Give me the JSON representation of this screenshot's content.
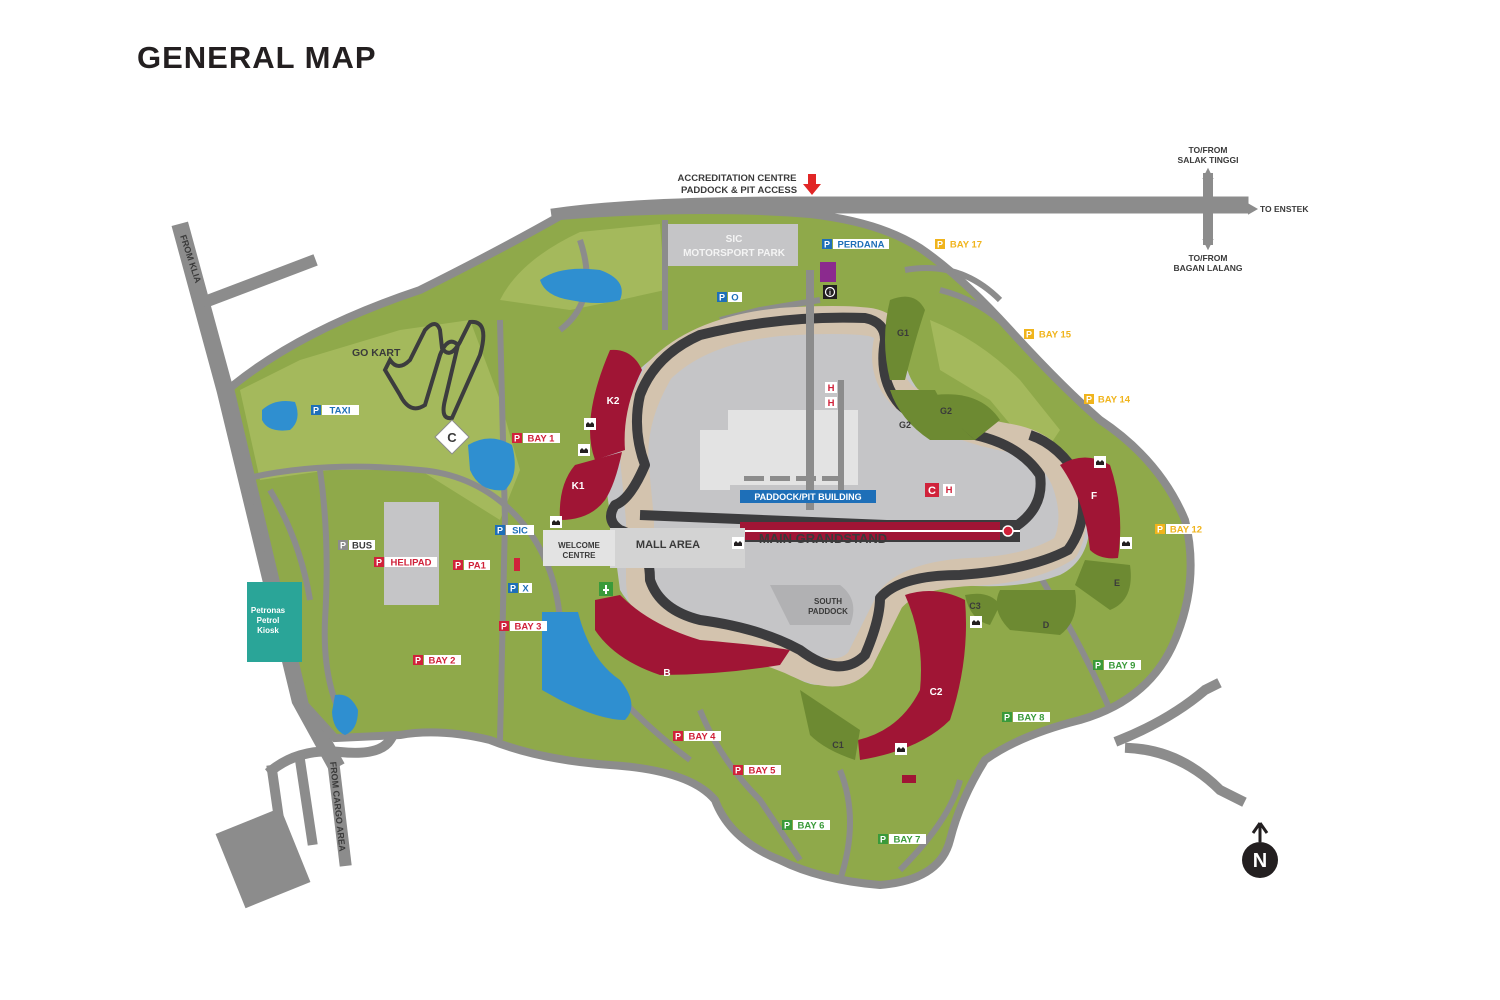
{
  "title": "GENERAL MAP",
  "colors": {
    "grass": "#8fa94a",
    "grass_light": "#a4b95c",
    "grass_dark": "#6d8a32",
    "road": "#8c8c8c",
    "track": "#3c3c3e",
    "runoff": "#d3c3ae",
    "infield": "#c5c5c7",
    "grandstand": "#a01535",
    "water": "#2f8fd0",
    "petrol": "#2aa598",
    "parking_red": "#d0223a",
    "parking_blue": "#1e6fb8",
    "parking_yellow": "#f0b41c",
    "parking_green": "#3a9a3a"
  },
  "roads": {
    "accreditation_line1": "ACCREDITATION CENTRE",
    "accreditation_line2": "PADDOCK & PIT ACCESS",
    "salak_line1": "TO/FROM",
    "salak_line2": "SALAK TINGGI",
    "bagan_line1": "TO/FROM",
    "bagan_line2": "BAGAN LALANG",
    "enstek": "TO ENSTEK",
    "from_klia": "FROM KLIA",
    "from_cargo": "FROM CARGO AREA"
  },
  "areas": {
    "sic_line1": "SIC",
    "sic_line2": "MOTORSPORT PARK",
    "go_kart": "GO KART",
    "welcome_line1": "WELCOME",
    "welcome_line2": "CENTRE",
    "mall_area": "MALL AREA",
    "main_grandstand": "MAIN GRANDSTAND",
    "paddock_building": "PADDOCK/PIT BUILDING",
    "south_paddock_line1": "SOUTH",
    "south_paddock_line2": "PADDOCK",
    "petrol_line1": "Petronas",
    "petrol_line2": "Petrol",
    "petrol_line3": "Kiosk"
  },
  "grandstands": {
    "k1": "K1",
    "k2": "K2",
    "b": "B",
    "c2": "C2",
    "f": "F",
    "g1": "G1",
    "g2a": "G2",
    "g2b": "G2",
    "c1": "C1",
    "c3": "C3",
    "d": "D",
    "e": "E"
  },
  "parking_letter": "P",
  "parking": {
    "perdana": "PERDANA",
    "o": "O",
    "taxi": "TAXI",
    "sic": "SIC",
    "x": "X",
    "bus": "BUS",
    "helipad": "HELIPAD",
    "pa1": "PA1",
    "bay1": "BAY 1",
    "bay2": "BAY 2",
    "bay3": "BAY 3",
    "bay4": "BAY 4",
    "bay5": "BAY 5",
    "bay6": "BAY 6",
    "bay7": "BAY 7",
    "bay8": "BAY 8",
    "bay9": "BAY 9",
    "bay12": "BAY 12",
    "bay14": "BAY 14",
    "bay15": "BAY 15",
    "bay17": "BAY 17"
  },
  "icons": {
    "info_glyph": "i",
    "c_glyph": "C",
    "h_glyph": "H",
    "north": "N"
  }
}
